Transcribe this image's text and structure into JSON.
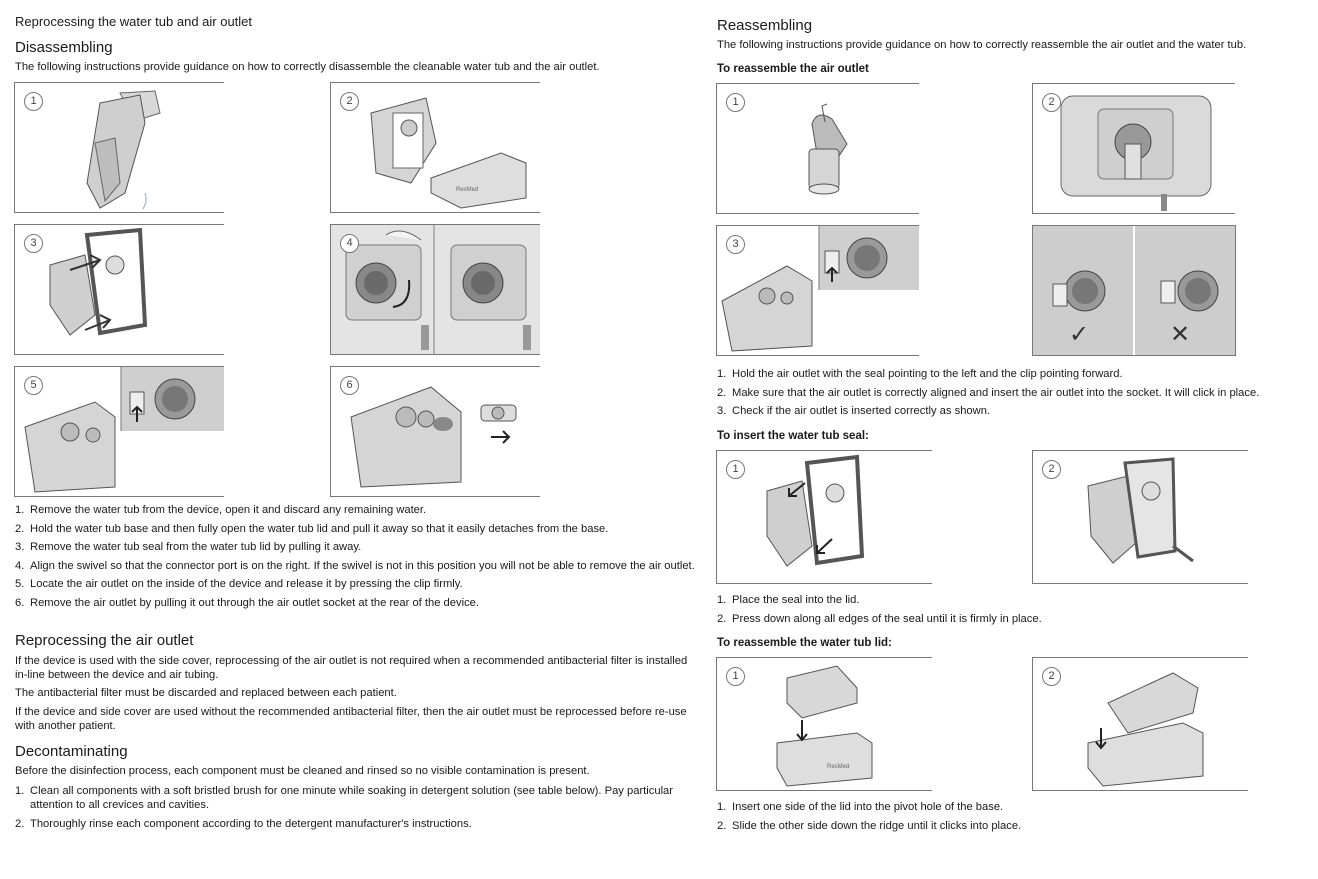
{
  "left": {
    "header": "Reprocessing the water tub and air outlet",
    "disassembling": {
      "heading": "Disassembling",
      "intro": "The following instructions provide guidance on how to correctly disassemble the cleanable water tub and the air outlet.",
      "figure_numbers": [
        "1",
        "2",
        "3",
        "4",
        "5",
        "6"
      ],
      "steps": [
        {
          "n": "1.",
          "text": "Remove the water tub from the device, open it and discard any remaining water."
        },
        {
          "n": "2.",
          "text": "Hold the water tub base and then fully open the water tub lid and pull it away so that it easily detaches from the base."
        },
        {
          "n": "3.",
          "text": "Remove the water tub seal from the water tub lid by pulling it away."
        },
        {
          "n": "4.",
          "text": "Align the swivel so that the connector port is on the right. If the swivel is not in this position you will not be able to remove the air outlet."
        },
        {
          "n": "5.",
          "text": "Locate the air outlet on the inside of the device and release it by pressing the clip firmly."
        },
        {
          "n": "6.",
          "text": "Remove the air outlet by pulling it out through the air outlet socket at the rear of the device."
        }
      ]
    },
    "reprocessing": {
      "heading": "Reprocessing the air outlet",
      "p1": "If the device is used with the side cover, reprocessing of the air outlet is not required when a recommended antibacterial filter is installed in-line between the device and air tubing.",
      "p2": "The antibacterial filter must be discarded and replaced between each patient.",
      "p3": "If the device and side cover are used without the recommended antibacterial filter, then the air outlet must be reprocessed before re-use with another patient."
    },
    "decontaminating": {
      "heading": "Decontaminating",
      "intro": "Before the disinfection process, each component must be cleaned and rinsed so no visible contamination is present.",
      "steps": [
        {
          "n": "1.",
          "text": "Clean all components with a soft bristled brush for one minute while soaking in detergent solution (see table below). Pay particular attention to all crevices and cavities."
        },
        {
          "n": "2.",
          "text": "Thoroughly rinse each component according to the detergent manufacturer's instructions."
        }
      ]
    }
  },
  "right": {
    "heading": "Reassembling",
    "intro": "The following instructions provide guidance on how to correctly reassemble the air outlet and the water tub.",
    "air_outlet": {
      "subheading": "To reassemble the air outlet",
      "figure_numbers": [
        "1",
        "2",
        "3"
      ],
      "check_symbols": [
        "✓",
        "✕"
      ],
      "steps": [
        {
          "n": "1.",
          "text": "Hold the air outlet with the seal pointing to the left and the clip pointing forward."
        },
        {
          "n": "2.",
          "text": "Make sure that the air outlet is correctly aligned and insert the air outlet into the socket. It will click in place."
        },
        {
          "n": "3.",
          "text": "Check if the air outlet is inserted correctly as shown."
        }
      ]
    },
    "seal": {
      "subheading": "To insert the water tub seal:",
      "figure_numbers": [
        "1",
        "2"
      ],
      "steps": [
        {
          "n": "1.",
          "text": "Place the seal into the lid."
        },
        {
          "n": "2.",
          "text": "Press down along all edges of the seal until it is firmly in place."
        }
      ]
    },
    "lid": {
      "subheading": "To reassemble the water tub lid:",
      "figure_numbers": [
        "1",
        "2"
      ],
      "steps": [
        {
          "n": "1.",
          "text": "Insert one side of the lid into the pivot hole of the base."
        },
        {
          "n": "2.",
          "text": "Slide the other side down the ridge until it clicks into place."
        }
      ]
    }
  }
}
